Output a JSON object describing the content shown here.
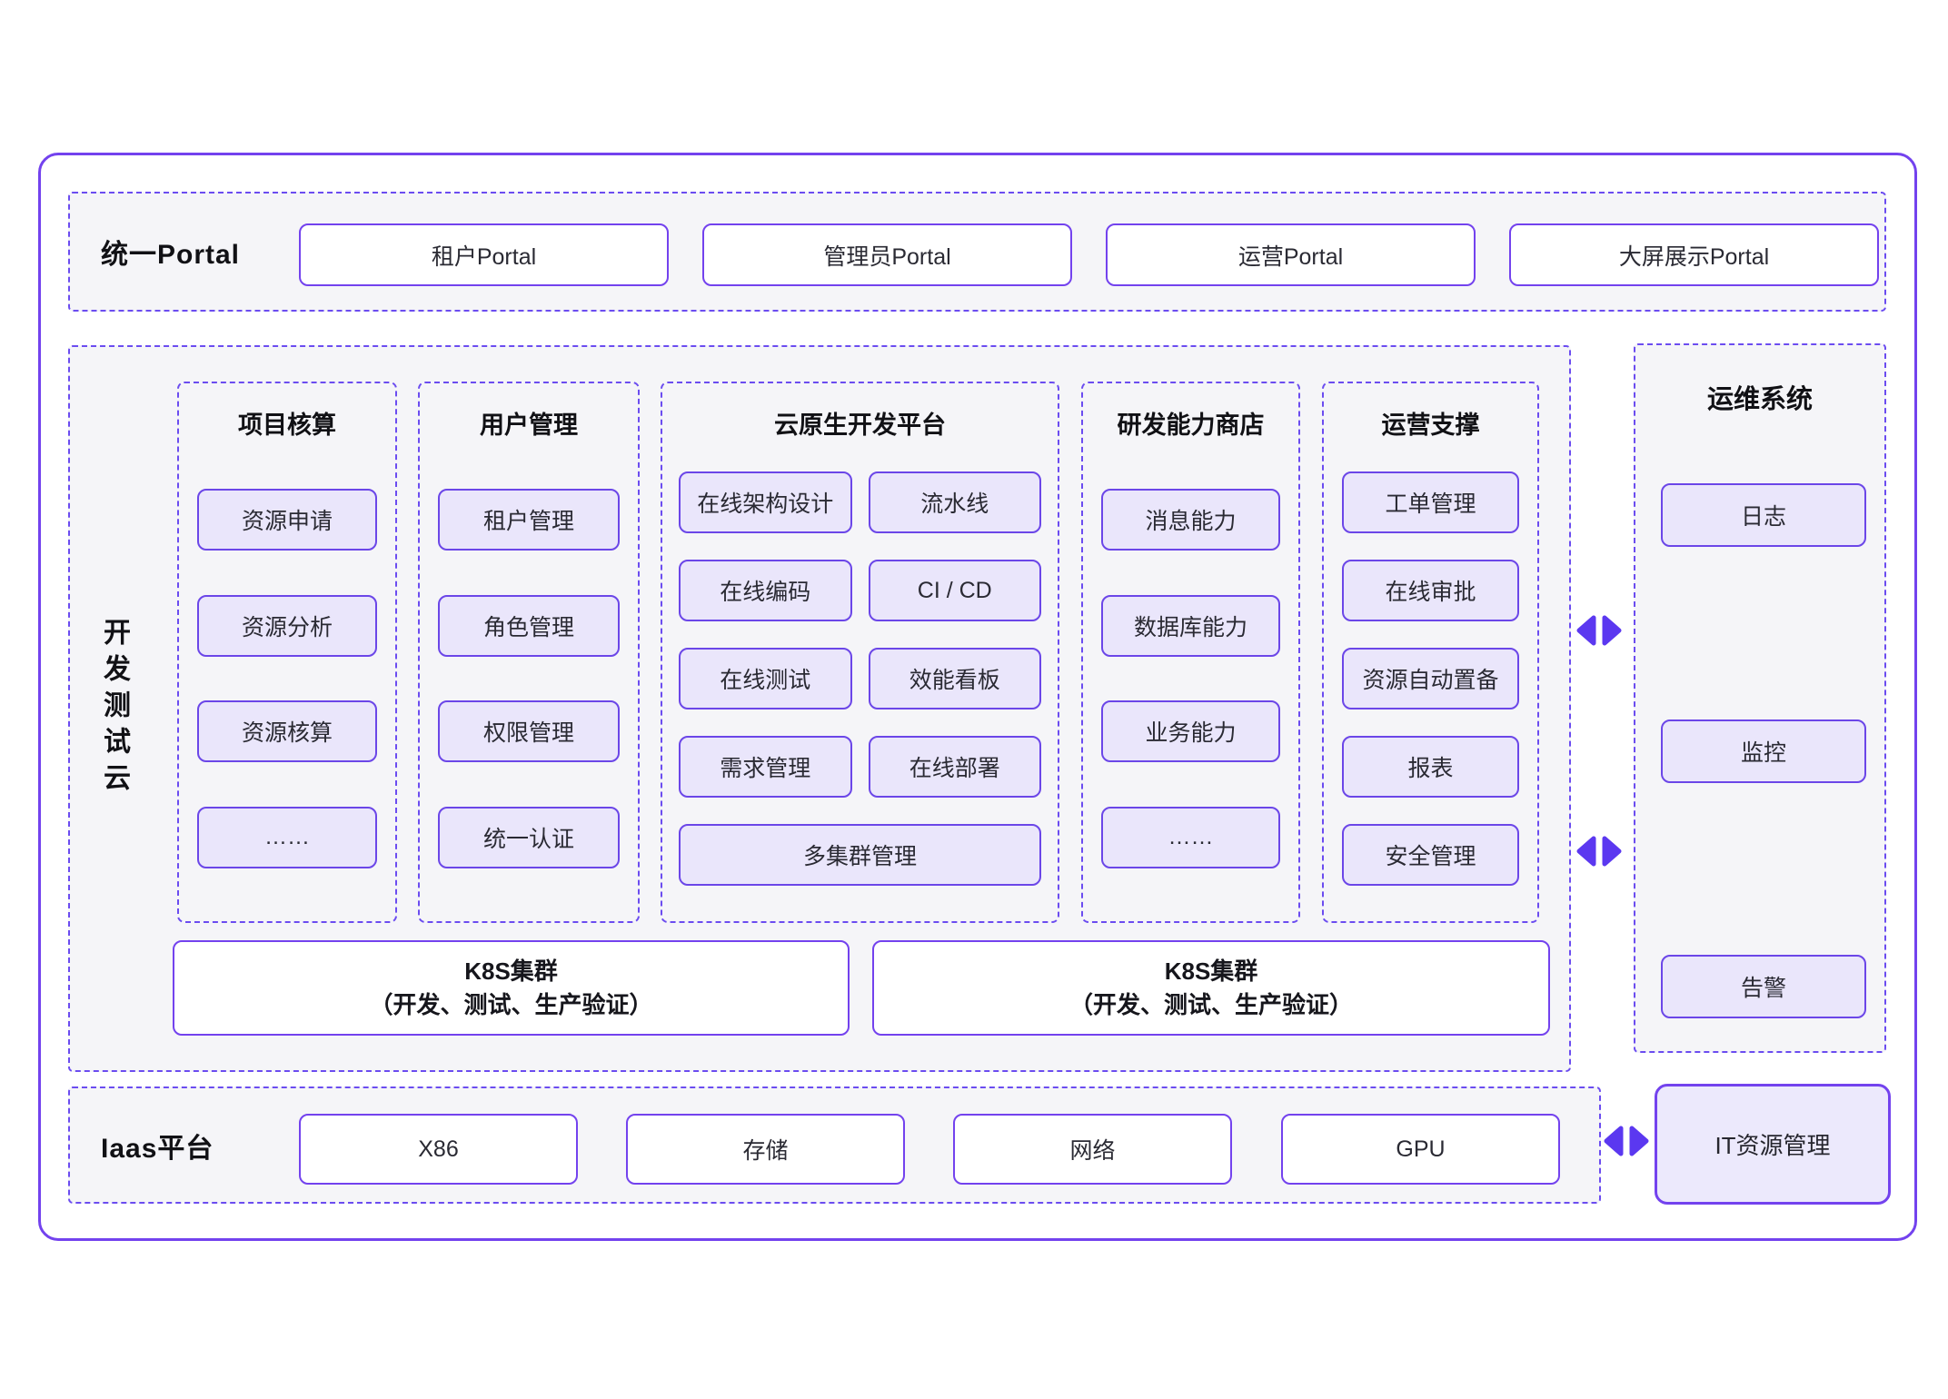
{
  "colors": {
    "accent_border": "#7342ee",
    "dashed_border": "#6b4cf0",
    "item_fill": "#eae6fb",
    "section_fill": "#f5f5f8",
    "arrow": "#5b38f0"
  },
  "portal": {
    "label": "统一Portal",
    "items": [
      "租户Portal",
      "管理员Portal",
      "运营Portal",
      "大屏展示Portal"
    ]
  },
  "devtest": {
    "label": "开发测试云",
    "columns": [
      {
        "title": "项目核算",
        "items": [
          "资源申请",
          "资源分析",
          "资源核算",
          "……"
        ]
      },
      {
        "title": "用户管理",
        "items": [
          "租户管理",
          "角色管理",
          "权限管理",
          "统一认证"
        ]
      },
      {
        "title": "云原生开发平台",
        "items": [
          "在线架构设计",
          "流水线",
          "在线编码",
          "CI / CD",
          "在线测试",
          "效能看板",
          "需求管理",
          "在线部署"
        ],
        "full_item": "多集群管理"
      },
      {
        "title": "研发能力商店",
        "items": [
          "消息能力",
          "数据库能力",
          "业务能力",
          "……"
        ]
      },
      {
        "title": "运营支撑",
        "items": [
          "工单管理",
          "在线审批",
          "资源自动置备",
          "报表",
          "安全管理"
        ]
      }
    ],
    "k8s_clusters": [
      {
        "line1": "K8S集群",
        "line2": "（开发、测试、生产验证）"
      },
      {
        "line1": "K8S集群",
        "line2": "（开发、测试、生产验证）"
      }
    ]
  },
  "ops": {
    "title": "运维系统",
    "items": [
      "日志",
      "监控",
      "告警"
    ]
  },
  "iaas": {
    "label": "Iaas平台",
    "items": [
      "X86",
      "存储",
      "网络",
      "GPU"
    ]
  },
  "it_management": {
    "label": "IT资源管理"
  }
}
